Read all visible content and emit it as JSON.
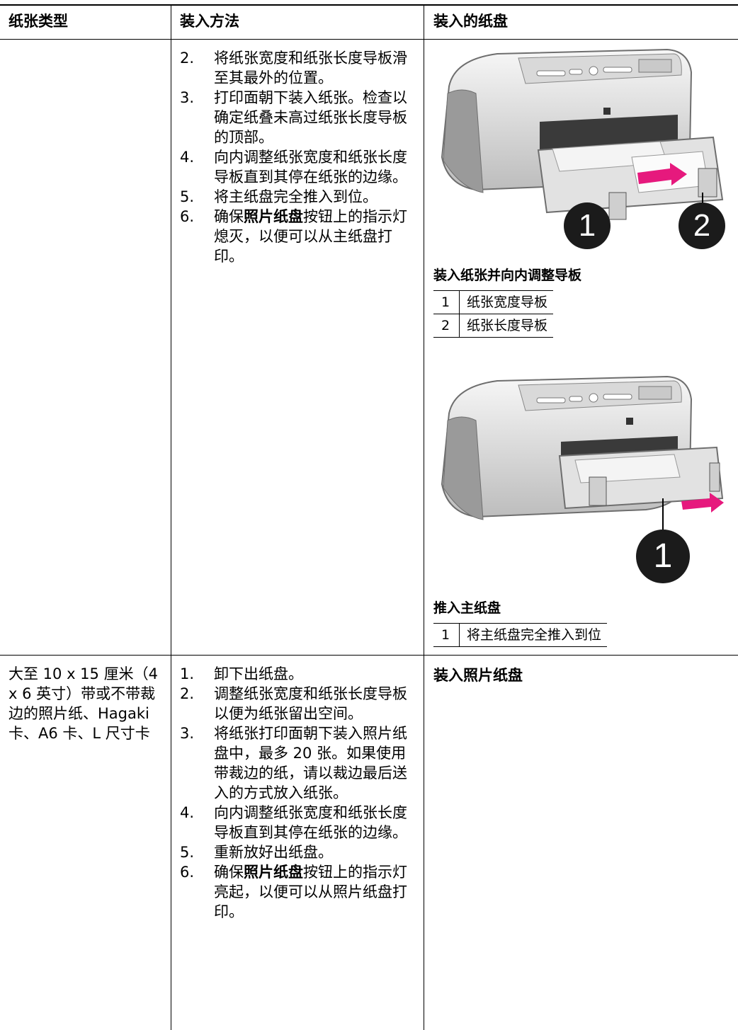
{
  "table": {
    "headers": [
      "纸张类型",
      "装入方法",
      "装入的纸盘"
    ],
    "row1": {
      "paper_type": "",
      "steps": [
        {
          "num": "2.",
          "parts": [
            {
              "text": "将纸张宽度和纸张长度导板滑至其最外的位置。",
              "bold": false
            }
          ]
        },
        {
          "num": "3.",
          "parts": [
            {
              "text": "打印面朝下装入纸张。检查以确定纸叠未高过纸张长度导板的顶部。",
              "bold": false
            }
          ]
        },
        {
          "num": "4.",
          "parts": [
            {
              "text": "向内调整纸张宽度和纸张长度导板直到其停在纸张的边缘。",
              "bold": false
            }
          ]
        },
        {
          "num": "5.",
          "parts": [
            {
              "text": "将主纸盘完全推入到位。",
              "bold": false
            }
          ]
        },
        {
          "num": "6.",
          "parts": [
            {
              "text": "确保",
              "bold": false
            },
            {
              "text": "照片纸盘",
              "bold": true
            },
            {
              "text": "按钮上的指示灯熄灭，以便可以从主纸盘打印。",
              "bold": false
            }
          ]
        }
      ],
      "figure1": {
        "callouts": [
          "1",
          "2"
        ],
        "caption": "装入纸张并向内调整导板",
        "legend": [
          {
            "num": "1",
            "label": "纸张宽度导板"
          },
          {
            "num": "2",
            "label": "纸张长度导板"
          }
        ]
      },
      "figure2": {
        "callouts": [
          "1"
        ],
        "caption": "推入主纸盘",
        "legend": [
          {
            "num": "1",
            "label": "将主纸盘完全推入到位"
          }
        ]
      }
    },
    "row2": {
      "paper_type": "大至 10 x 15 厘米（4 x 6 英寸）带或不带裁边的照片纸、Hagaki 卡、A6 卡、L 尺寸卡",
      "steps": [
        {
          "num": "1.",
          "parts": [
            {
              "text": "卸下出纸盘。",
              "bold": false
            }
          ]
        },
        {
          "num": "2.",
          "parts": [
            {
              "text": "调整纸张宽度和纸张长度导板以便为纸张留出空间。",
              "bold": false
            }
          ]
        },
        {
          "num": "3.",
          "parts": [
            {
              "text": "将纸张打印面朝下装入照片纸盘中，最多 20 张。如果使用带裁边的纸，请以裁边最后送入的方式放入纸张。",
              "bold": false
            }
          ]
        },
        {
          "num": "4.",
          "parts": [
            {
              "text": "向内调整纸张宽度和纸张长度导板直到其停在纸张的边缘。",
              "bold": false
            }
          ]
        },
        {
          "num": "5.",
          "parts": [
            {
              "text": "重新放好出纸盘。",
              "bold": false
            }
          ]
        },
        {
          "num": "6.",
          "parts": [
            {
              "text": "确保",
              "bold": false
            },
            {
              "text": "照片纸盘",
              "bold": true
            },
            {
              "text": "按钮上的指示灯亮起，以便可以从照片纸盘打印。",
              "bold": false
            }
          ]
        }
      ],
      "tray_title": "装入照片纸盘"
    }
  },
  "colors": {
    "arrow": "#e6197d",
    "printer_body": "#e6e6e6",
    "printer_dark": "#6e6e6e",
    "callout": "#1b1b1b"
  }
}
